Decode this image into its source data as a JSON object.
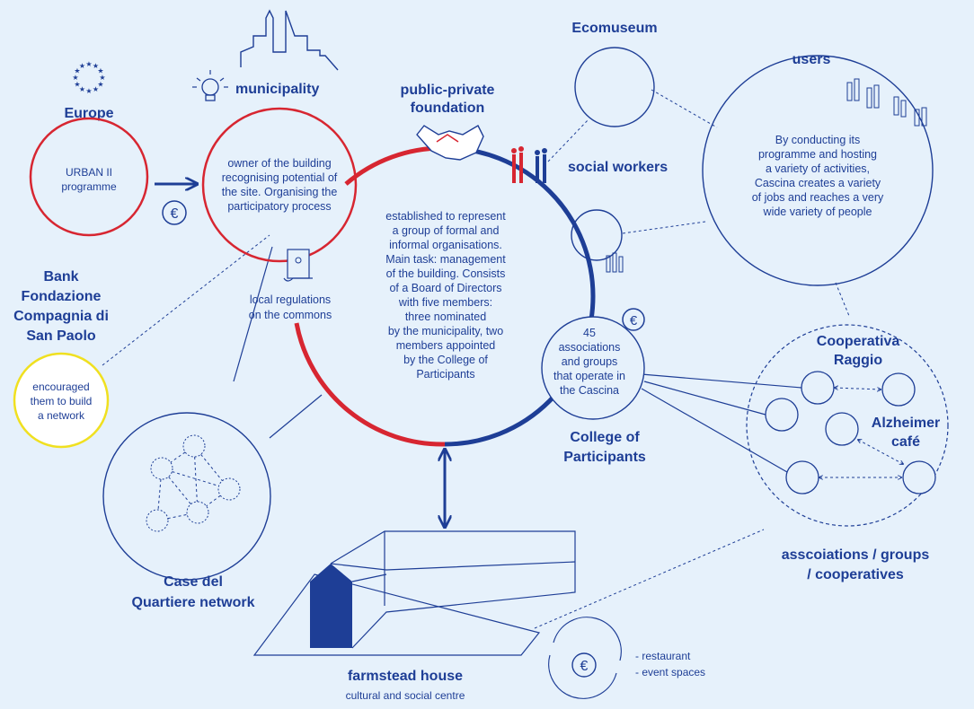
{
  "colors": {
    "background": "#e6f1fb",
    "navy": "#1e3e96",
    "red": "#d72631",
    "yellow": "#f0e020"
  },
  "europe": {
    "title": "Europe",
    "programme": [
      "URBAN II",
      "programme"
    ],
    "icon": "eu-stars-icon"
  },
  "municipality": {
    "title": "municipality",
    "text": [
      "owner of the building",
      "recognising potential of",
      "the site. Organising the",
      "participatory process"
    ]
  },
  "foundation": {
    "title": [
      "public-private",
      "foundation"
    ],
    "text": [
      "established to represent",
      "a group of formal and",
      "informal organisations.",
      "Main task: management",
      "of the building. Consists",
      "of a Board of Directors",
      "with five members:",
      "three nominated",
      "by the municipality, two",
      "members appointed",
      "by the College of",
      "Participants"
    ]
  },
  "regulations": {
    "text": [
      "local regulations",
      "on the commons"
    ]
  },
  "bank": {
    "title": [
      "Bank",
      "Fondazione",
      "Compagnia di",
      "San Paolo"
    ],
    "text": [
      "encouraged",
      "them to build",
      "a network"
    ]
  },
  "ecomuseum": {
    "title": "Ecomuseum"
  },
  "social_workers": {
    "title": "social workers"
  },
  "users": {
    "title": "users",
    "text": [
      "By conducting its",
      "programme and hosting",
      "a variety of activities,",
      "Cascina creates a variety",
      "of jobs and reaches a very",
      "wide variety of people"
    ]
  },
  "college": {
    "title": [
      "College of",
      "Participants"
    ],
    "text": [
      "45",
      "associations",
      "and groups",
      "that operate in",
      "the Cascina"
    ]
  },
  "cooperativa": {
    "title": [
      "Cooperativa",
      "Raggio"
    ]
  },
  "alzheimer": {
    "title": [
      "Alzheimer",
      "café"
    ]
  },
  "associations": {
    "title": [
      "asscoiations / groups",
      "/ cooperatives"
    ]
  },
  "case_del_quartiere": {
    "title": [
      "Case del",
      "Quartiere network"
    ]
  },
  "farmstead": {
    "title": "farmstead house",
    "subtitle": "cultural and social centre"
  },
  "revenue": {
    "items": [
      "- restaurant",
      "- event spaces"
    ]
  },
  "currency_symbol": "€"
}
